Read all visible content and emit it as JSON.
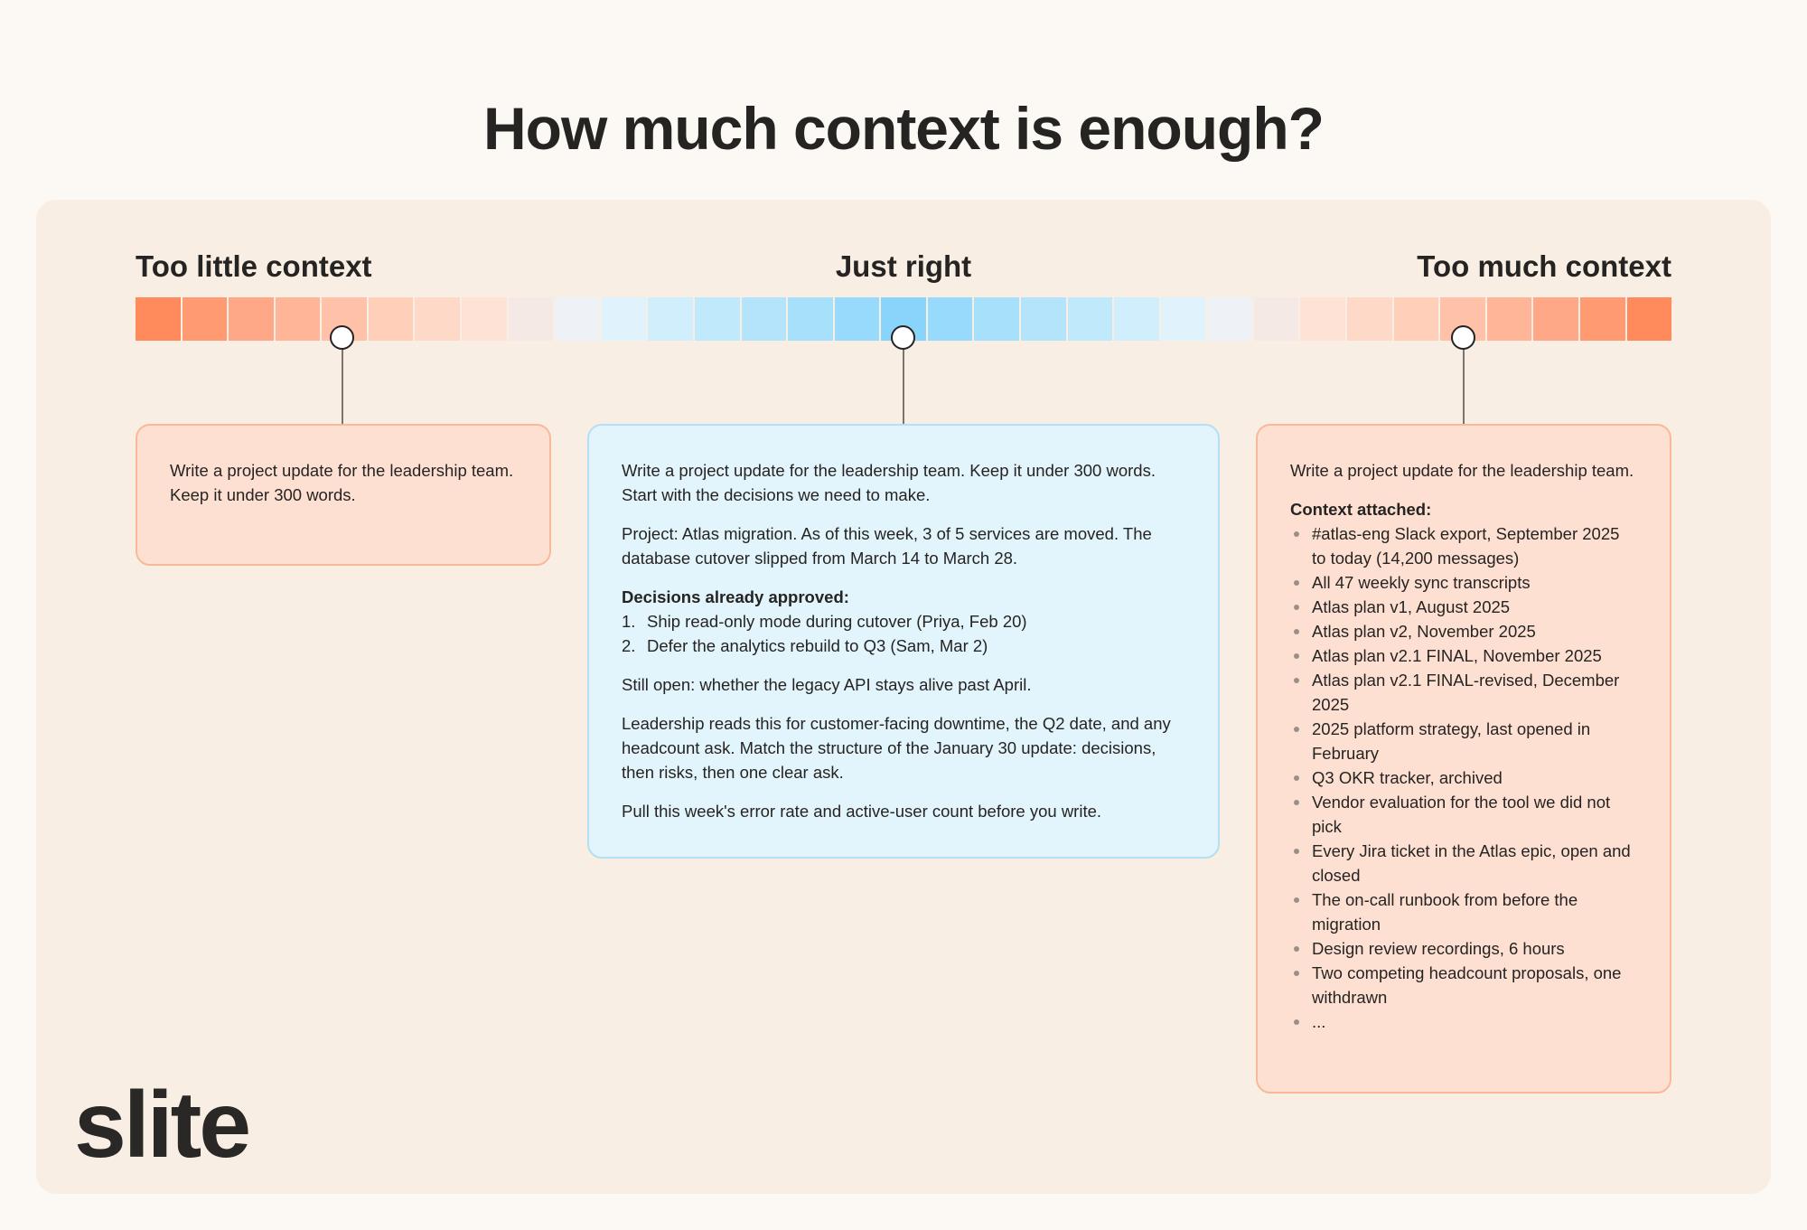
{
  "title": "How much context is enough?",
  "stages": {
    "left": "Too little context",
    "middle": "Just right",
    "right": "Too much context"
  },
  "spectrum_colors": [
    "#ff8a5c",
    "#ff9a72",
    "#ffa888",
    "#ffb597",
    "#ffc2a8",
    "#ffcfb9",
    "#ffd9c8",
    "#ffe2d6",
    "#f5e9e6",
    "#eef2f6",
    "#e0f2fb",
    "#d0eefb",
    "#c0e9fb",
    "#b3e4fb",
    "#a6e0fb",
    "#97dafb",
    "#88d4fb",
    "#97dafb",
    "#a6e0fb",
    "#b3e4fb",
    "#c0e9fb",
    "#d0eefb",
    "#e0f2fb",
    "#eef2f6",
    "#f5e9e6",
    "#ffe2d6",
    "#ffd9c8",
    "#ffcfb9",
    "#ffc2a8",
    "#ffb597",
    "#ffa888",
    "#ff9a72",
    "#ff8a5c"
  ],
  "card_left": {
    "line1": "Write a project update for the leadership team.",
    "line2": "Keep it under 300 words."
  },
  "card_middle": {
    "p1": "Write a project update for the leadership team. Keep it under 300 words. Start with the decisions we need to make.",
    "p2": "Project: Atlas migration. As of this week, 3 of 5 services are moved. The database cutover slipped from March 14 to March 28.",
    "decisions_heading": "Decisions already approved:",
    "decisions": [
      {
        "num": "1.",
        "text": "Ship read-only mode during cutover (Priya, Feb 20)"
      },
      {
        "num": "2.",
        "text": "Defer the analytics rebuild to Q3 (Sam, Mar 2)"
      }
    ],
    "p3": "Still open: whether the legacy API stays alive past April.",
    "p4": "Leadership reads this for customer-facing downtime, the Q2 date, and any headcount ask. Match the structure of the January 30 update: decisions, then risks, then one clear ask.",
    "p5": "Pull this week's error rate and active-user count before you write."
  },
  "card_right": {
    "intro": "Write a project update for the leadership team.",
    "context_heading": "Context attached:",
    "items": [
      "#atlas-eng Slack export, September 2025 to today (14,200 messages)",
      "All 47 weekly sync transcripts",
      "Atlas plan v1, August 2025",
      "Atlas plan v2, November 2025",
      "Atlas plan v2.1 FINAL, November 2025",
      "Atlas plan v2.1 FINAL-revised, December 2025",
      "2025 platform strategy, last opened in February",
      "Q3 OKR tracker, archived",
      "Vendor evaluation for the tool we did not pick",
      "Every Jira ticket in the Atlas epic, open and closed",
      "The on-call runbook from before the migration",
      "Design review recordings, 6 hours",
      "Two competing headcount proposals, one withdrawn",
      "..."
    ]
  },
  "logo": "slite"
}
